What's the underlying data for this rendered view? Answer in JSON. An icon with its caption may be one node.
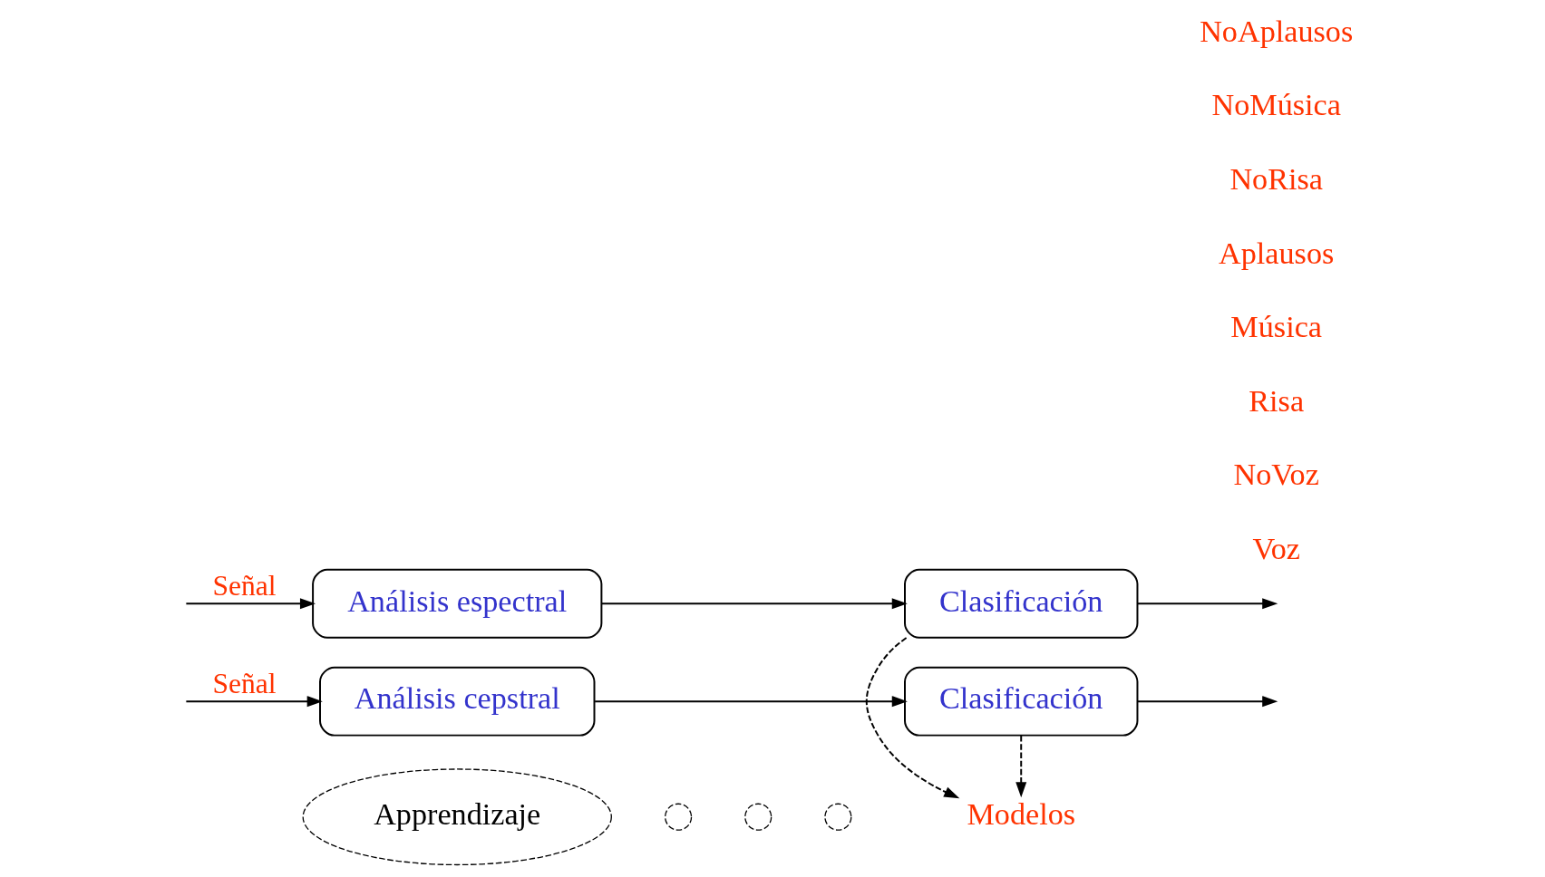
{
  "diagram": {
    "nodes": [
      {
        "text": [
          "Análisis cepstral"
        ]
      },
      {
        "text": [
          "Clasificación"
        ]
      },
      {
        "text": [
          "Modelos"
        ]
      },
      {
        "text": [
          "Apprendizaje"
        ]
      },
      {
        "text": [
          "Análisis espectral"
        ]
      },
      {
        "text": [
          "Clasificación"
        ]
      },
      {
        "text": [],
        "shape": "circle"
      },
      {
        "text": [],
        "shape": "circle"
      },
      {
        "text": [],
        "shape": "circle"
      }
    ],
    "edges": [
      {
        "from": null,
        "to": 0,
        "arrow": "to",
        "label": "Señal"
      },
      {
        "from": 0,
        "to": 1,
        "arrow": "to"
      },
      {
        "from": 1,
        "to": null,
        "arrow": "to"
      },
      {
        "from": 1,
        "to": 2,
        "arrow": "to",
        "style": "dashed"
      },
      {
        "from": null,
        "to": 4,
        "arrow": "to",
        "label": "Señal"
      },
      {
        "from": 4,
        "to": 5,
        "arrow": "to"
      },
      {
        "from": 5,
        "to": null,
        "arrow": "to"
      },
      {
        "from": 5,
        "to": 2,
        "arrow": "to",
        "style": "dashed"
      }
    ],
    "labels": [
      "Voz",
      "NoVoz",
      "Risa",
      "Música",
      "Aplausos",
      "NoRisa",
      "NoMúsica",
      "NoAplausos"
    ]
  }
}
